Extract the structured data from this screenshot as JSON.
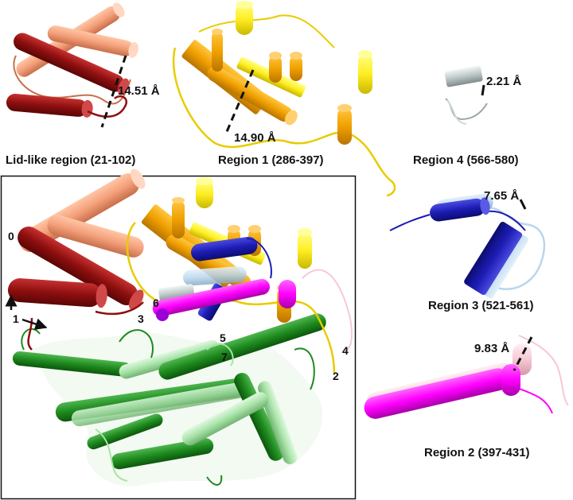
{
  "panels": {
    "lid": {
      "caption": "Lid-like region (21-102)",
      "distance": "14.51 Å",
      "colors": {
        "dark": "#8e0f0f",
        "light": "#f4a07a"
      }
    },
    "region1": {
      "caption": "Region 1 (286-397)",
      "distance": "14.90 Å",
      "colors": {
        "dark": "#f0a000",
        "light": "#ffee22"
      }
    },
    "region4": {
      "caption": "Region 4 (566-580)",
      "distance": "2.21 Å",
      "colors": {
        "dark": "#9aa7a7",
        "light": "#e6efef"
      }
    },
    "region3": {
      "caption": "Region 3 (521-561)",
      "distance": "7.65 Å",
      "colors": {
        "dark": "#1c1cb4",
        "light": "#b8d6ee"
      }
    },
    "region2": {
      "caption": "Region 2 (397-431)",
      "distance": "9.83 Å",
      "colors": {
        "dark": "#ff00ff",
        "light": "#f7c8d4"
      }
    }
  },
  "overview": {
    "labels": [
      "0",
      "1",
      "2",
      "3",
      "4",
      "5",
      "6",
      "7"
    ],
    "core_colors": {
      "dark": "#1e8a1e",
      "light": "#a8e3a8"
    }
  }
}
